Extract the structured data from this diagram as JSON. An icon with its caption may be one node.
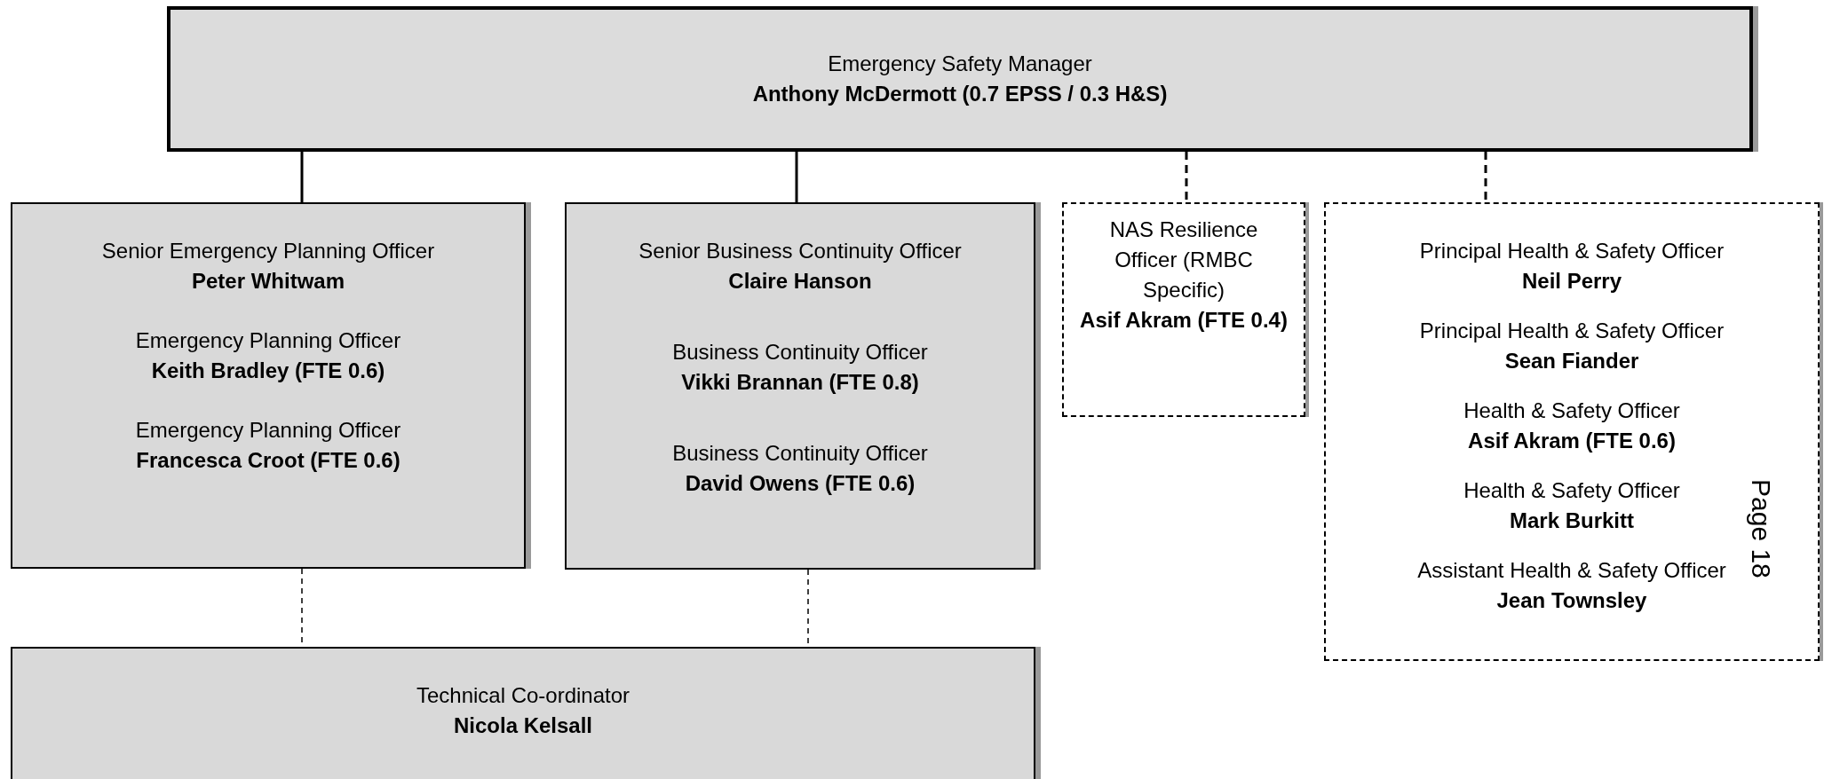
{
  "diagram": {
    "nodes": [
      {
        "text": [
          "Emergency Safety Manager",
          "Anthony McDermott (0.7 EPSS / 0.3 H&S)"
        ]
      },
      {
        "text": [
          "Senior Emergency Planning Officer",
          "Peter Whitwam",
          "Emergency Planning Officer",
          "Keith Bradley (FTE 0.6)",
          "Emergency Planning Officer",
          "Francesca Croot (FTE 0.6)"
        ]
      },
      {
        "text": [
          "Senior Business Continuity Officer",
          "Claire Hanson",
          "Business Continuity Officer",
          "Vikki Brannan (FTE 0.8)",
          "Business Continuity Officer",
          "David Owens (FTE 0.6)"
        ]
      },
      {
        "text": [
          "NAS Resilience Officer (RMBC Specific)",
          "Asif Akram (FTE 0.4)"
        ]
      },
      {
        "text": [
          "Principal Health & Safety Officer",
          "Neil Perry",
          "Principal Health & Safety Officer",
          "Sean Fiander",
          "Health & Safety Officer",
          "Asif Akram (FTE 0.6)",
          "Health & Safety Officer",
          "Mark Burkitt",
          "Assistant Health & Safety Officer",
          "Jean Townsley"
        ]
      },
      {
        "text": [
          "Technical Co-ordinator",
          "Nicola Kelsall"
        ]
      }
    ],
    "edges": [
      {
        "from": 0,
        "to": 1,
        "arrow": "none"
      },
      {
        "from": 0,
        "to": 2,
        "arrow": "none"
      },
      {
        "from": 0,
        "to": 3,
        "arrow": "none",
        "style": "dashed"
      },
      {
        "from": 0,
        "to": 4,
        "arrow": "none",
        "style": "dashed"
      },
      {
        "from": 1,
        "to": 5,
        "arrow": "none",
        "style": "dashed"
      },
      {
        "from": 2,
        "to": 5,
        "arrow": "none",
        "style": "dashed"
      }
    ],
    "labels": [
      "Page 18"
    ]
  }
}
